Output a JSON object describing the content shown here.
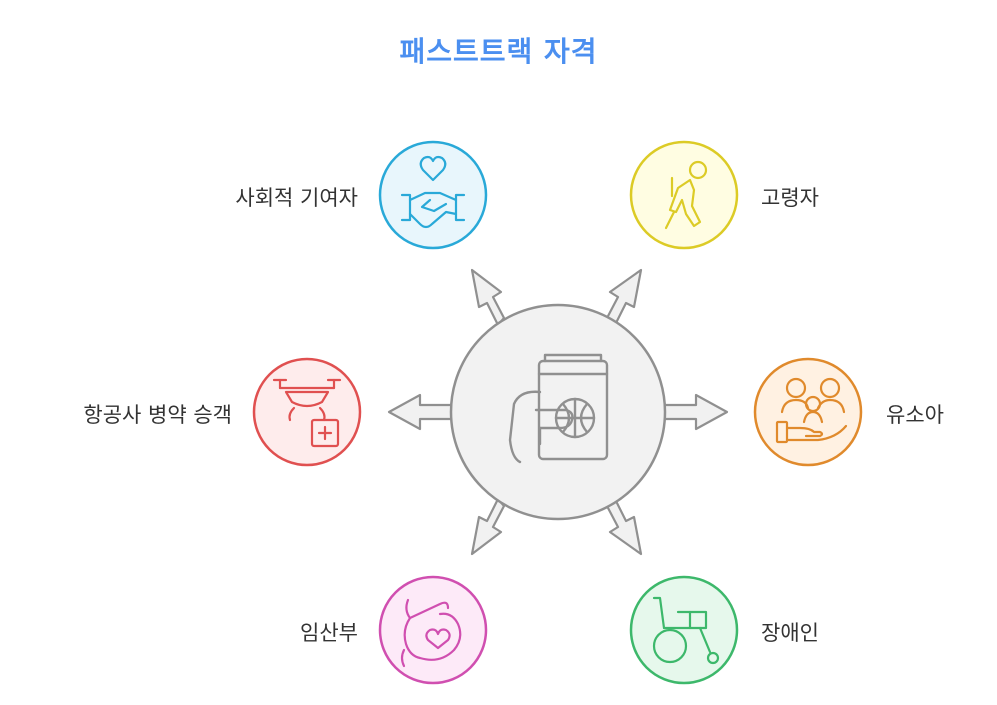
{
  "title": "패스트트랙 자격",
  "center": {
    "icon": "passport-hand-icon"
  },
  "nodes": [
    {
      "key": "social",
      "label": "사회적 기여자",
      "icon": "handshake-heart-icon",
      "color": "#29a9d8",
      "fill": "#e8f6fc"
    },
    {
      "key": "elderly",
      "label": "고령자",
      "icon": "elderly-person-icon",
      "color": "#dccb26",
      "fill": "#fffde2"
    },
    {
      "key": "sick",
      "label": "항공사 병약 승객",
      "icon": "drone-medical-icon",
      "color": "#e05050",
      "fill": "#feecec"
    },
    {
      "key": "infant",
      "label": "유소아",
      "icon": "family-hand-icon",
      "color": "#e08a2c",
      "fill": "#fff1e2"
    },
    {
      "key": "pregnant",
      "label": "임산부",
      "icon": "pregnant-heart-icon",
      "color": "#d04fb0",
      "fill": "#fdeaf8"
    },
    {
      "key": "disabled",
      "label": "장애인",
      "icon": "wheelchair-icon",
      "color": "#3db86b",
      "fill": "#e6f8ec"
    }
  ]
}
